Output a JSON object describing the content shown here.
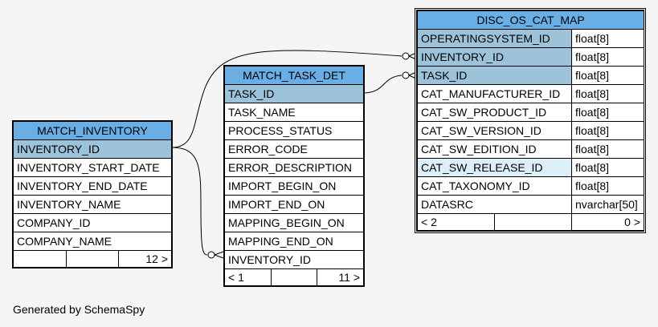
{
  "tables": {
    "match_inventory": {
      "name": "MATCH_INVENTORY",
      "columns": [
        "INVENTORY_ID",
        "INVENTORY_START_DATE",
        "INVENTORY_END_DATE",
        "INVENTORY_NAME",
        "COMPANY_ID",
        "COMPANY_NAME"
      ],
      "footer": {
        "left": "",
        "mid": "",
        "right": "12 >"
      }
    },
    "match_task_det": {
      "name": "MATCH_TASK_DET",
      "columns": [
        "TASK_ID",
        "TASK_NAME",
        "PROCESS_STATUS",
        "ERROR_CODE",
        "ERROR_DESCRIPTION",
        "IMPORT_BEGIN_ON",
        "IMPORT_END_ON",
        "MAPPING_BEGIN_ON",
        "MAPPING_END_ON",
        "INVENTORY_ID"
      ],
      "footer": {
        "left": "< 1",
        "mid": "",
        "right": "11 >"
      }
    },
    "disc_os_cat_map": {
      "name": "DISC_OS_CAT_MAP",
      "rows": [
        {
          "col": "OPERATINGSYSTEM_ID",
          "type": "float[8]"
        },
        {
          "col": "INVENTORY_ID",
          "type": "float[8]"
        },
        {
          "col": "TASK_ID",
          "type": "float[8]"
        },
        {
          "col": "CAT_MANUFACTURER_ID",
          "type": "float[8]"
        },
        {
          "col": "CAT_SW_PRODUCT_ID",
          "type": "float[8]"
        },
        {
          "col": "CAT_SW_VERSION_ID",
          "type": "float[8]"
        },
        {
          "col": "CAT_SW_EDITION_ID",
          "type": "float[8]"
        },
        {
          "col": "CAT_SW_RELEASE_ID",
          "type": "float[8]"
        },
        {
          "col": "CAT_TAXONOMY_ID",
          "type": "float[8]"
        },
        {
          "col": "DATASRC",
          "type": "nvarchar[50]"
        }
      ],
      "footer": {
        "left": "< 2",
        "mid": "",
        "right": "0 >"
      }
    }
  },
  "generated_by": "Generated by SchemaSpy"
}
